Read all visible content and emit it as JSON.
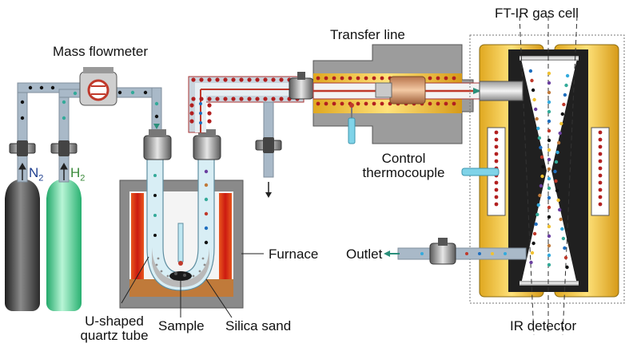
{
  "labels": {
    "mass_flowmeter": "Mass flowmeter",
    "transfer_line": "Transfer line",
    "ftir_gas_cell": "FT-IR gas cell",
    "control_thermocouple_line1": "Control",
    "control_thermocouple_line2": "thermocouple",
    "furnace": "Furnace",
    "outlet": "Outlet",
    "n2": "N",
    "n2_sub": "2",
    "h2": "H",
    "h2_sub": "2",
    "u_tube_line1": "U-shaped",
    "u_tube_line2": "quartz tube",
    "sample": "Sample",
    "silica_sand": "Silica sand",
    "ir_detector": "IR detector"
  },
  "colors": {
    "n2_label": "#1f3f8f",
    "h2_label": "#3a8a3a",
    "pipe": "#a9b9c8",
    "heated_line": "#b22020",
    "furnace_heater": "#cc2a1a",
    "cell_window": "#f1c232",
    "quartz": "#c8e6f0",
    "n2_cylinder": "#3c3c3c",
    "h2_cylinder": "#3fcf8e",
    "thermocouple": "#7fd3e8"
  }
}
